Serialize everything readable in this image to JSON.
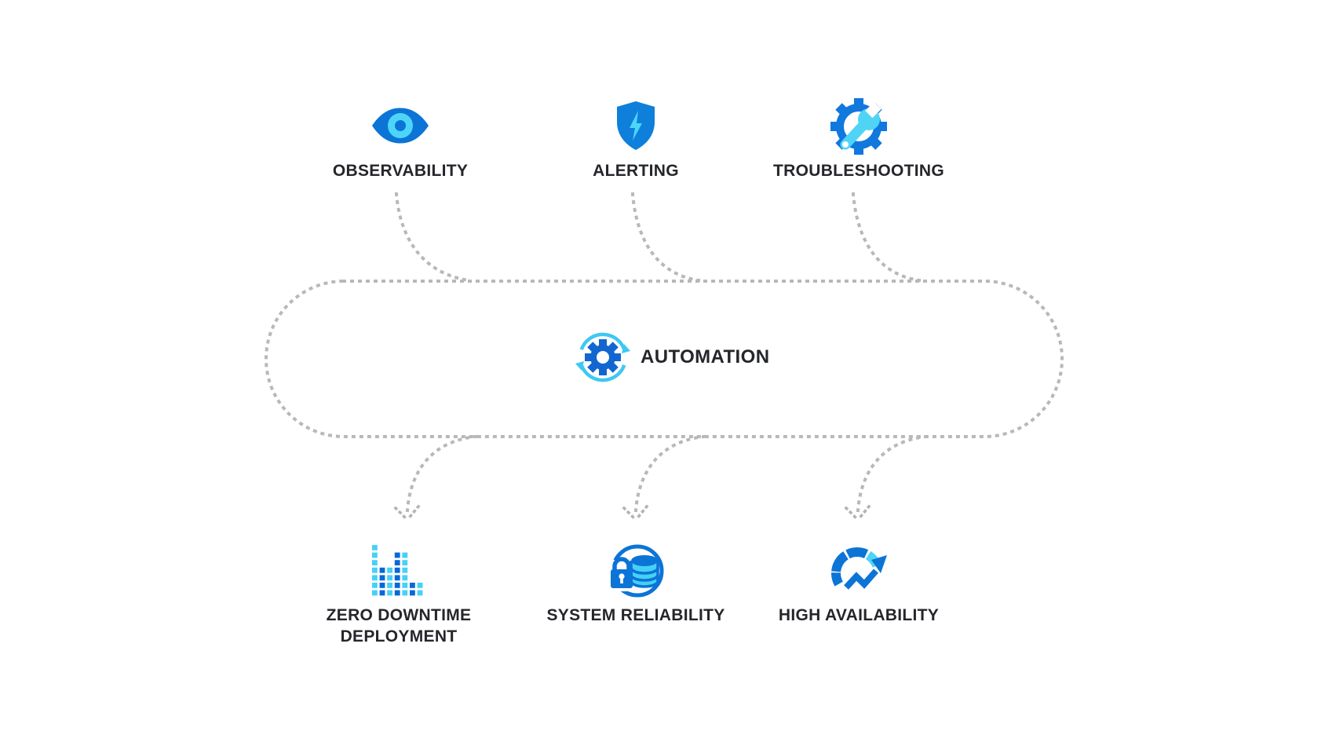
{
  "diagram": {
    "center": {
      "label": "AUTOMATION",
      "icon": "automation-gear-cycle-icon"
    },
    "inputs": [
      {
        "id": "observability",
        "label": "OBSERVABILITY",
        "icon": "eye-icon"
      },
      {
        "id": "alerting",
        "label": "ALERTING",
        "icon": "shield-lightning-icon"
      },
      {
        "id": "troubleshooting",
        "label": "TROUBLESHOOTING",
        "icon": "gear-wrench-icon"
      }
    ],
    "outputs": [
      {
        "id": "zero-downtime-deployment",
        "label_lines": [
          "ZERO DOWNTIME",
          "DEPLOYMENT"
        ],
        "icon": "pixel-bars-icon",
        "icon_columns": [
          {
            "height": 7,
            "color": "bar_cyan"
          },
          {
            "height": 4,
            "color": "bar_blue"
          },
          {
            "height": 4,
            "color": "bar_cyan"
          },
          {
            "height": 6,
            "color": "bar_blue"
          },
          {
            "height": 6,
            "color": "bar_cyan"
          },
          {
            "height": 2,
            "color": "bar_blue"
          },
          {
            "height": 2,
            "color": "bar_cyan"
          }
        ]
      },
      {
        "id": "system-reliability",
        "label": "SYSTEM RELIABILITY",
        "icon": "database-lock-icon"
      },
      {
        "id": "high-availability",
        "label": "HIGH AVAILABILITY",
        "icon": "gauge-trend-arrow-icon"
      }
    ],
    "colors": {
      "blue": "#0C74D6",
      "cyan": "#4DD5F8",
      "arrow_cyan": "#3FC8F2",
      "bar_blue": "#0768D8",
      "bar_cyan": "#45D1F7",
      "dot_gray": "#B8B8B8",
      "text": "#25262B"
    }
  }
}
